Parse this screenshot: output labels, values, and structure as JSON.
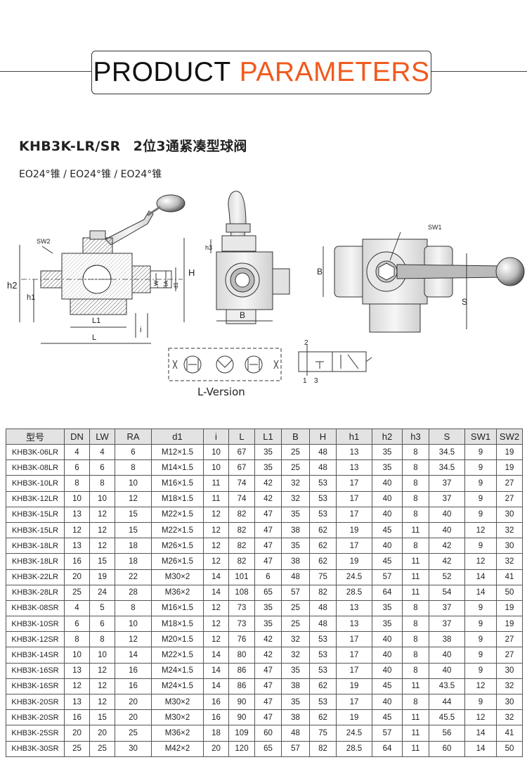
{
  "header": {
    "word1": "PRODUCT",
    "word2": "PARAMETERS",
    "accent_color": "#f05a1e"
  },
  "product": {
    "model": "KHB3K-LR/SR",
    "name_cn": "2位3通紧凑型球阀",
    "cone_line": "EO24°锥 / EO24°锥 / EO24°锥",
    "version_label": "L-Version"
  },
  "drawing_labels": {
    "sw2": "SW2",
    "h2": "h2",
    "h1": "h1",
    "l1": "L1",
    "l": "L",
    "h": "H",
    "lw": "LW",
    "ra": "RA",
    "d1": "d1",
    "i": "i",
    "h3": "h3",
    "b": "B",
    "sw1": "SW1",
    "b2": "B",
    "s": "S",
    "port2": "2",
    "port1": "1",
    "port3": "3"
  },
  "table": {
    "headers": [
      "型号",
      "DN",
      "LW",
      "RA",
      "d1",
      "i",
      "L",
      "L1",
      "B",
      "H",
      "h1",
      "h2",
      "h3",
      "S",
      "SW1",
      "SW2"
    ],
    "rows": [
      [
        "KHB3K-06LR",
        "4",
        "4",
        "6",
        "M12×1.5",
        "10",
        "67",
        "35",
        "25",
        "48",
        "13",
        "35",
        "8",
        "34.5",
        "9",
        "19"
      ],
      [
        "KHB3K-08LR",
        "6",
        "6",
        "8",
        "M14×1.5",
        "10",
        "67",
        "35",
        "25",
        "48",
        "13",
        "35",
        "8",
        "34.5",
        "9",
        "19"
      ],
      [
        "KHB3K-10LR",
        "8",
        "8",
        "10",
        "M16×1.5",
        "11",
        "74",
        "42",
        "32",
        "53",
        "17",
        "40",
        "8",
        "37",
        "9",
        "27"
      ],
      [
        "KHB3K-12LR",
        "10",
        "10",
        "12",
        "M18×1.5",
        "11",
        "74",
        "42",
        "32",
        "53",
        "17",
        "40",
        "8",
        "37",
        "9",
        "27"
      ],
      [
        "KHB3K-15LR",
        "13",
        "12",
        "15",
        "M22×1.5",
        "12",
        "82",
        "47",
        "35",
        "53",
        "17",
        "40",
        "8",
        "40",
        "9",
        "30"
      ],
      [
        "KHB3K-15LR",
        "12",
        "12",
        "15",
        "M22×1.5",
        "12",
        "82",
        "47",
        "38",
        "62",
        "19",
        "45",
        "11",
        "40",
        "12",
        "32"
      ],
      [
        "KHB3K-18LR",
        "13",
        "12",
        "18",
        "M26×1.5",
        "12",
        "82",
        "47",
        "35",
        "62",
        "17",
        "40",
        "8",
        "42",
        "9",
        "30"
      ],
      [
        "KHB3K-18LR",
        "16",
        "15",
        "18",
        "M26×1.5",
        "12",
        "82",
        "47",
        "38",
        "62",
        "19",
        "45",
        "11",
        "42",
        "12",
        "32"
      ],
      [
        "KHB3K-22LR",
        "20",
        "19",
        "22",
        "M30×2",
        "14",
        "101",
        "6",
        "48",
        "75",
        "24.5",
        "57",
        "11",
        "52",
        "14",
        "41"
      ],
      [
        "KHB3K-28LR",
        "25",
        "24",
        "28",
        "M36×2",
        "14",
        "108",
        "65",
        "57",
        "82",
        "28.5",
        "64",
        "11",
        "54",
        "14",
        "50"
      ],
      [
        "KHB3K-08SR",
        "4",
        "5",
        "8",
        "M16×1.5",
        "12",
        "73",
        "35",
        "25",
        "48",
        "13",
        "35",
        "8",
        "37",
        "9",
        "19"
      ],
      [
        "KHB3K-10SR",
        "6",
        "6",
        "10",
        "M18×1.5",
        "12",
        "73",
        "35",
        "25",
        "48",
        "13",
        "35",
        "8",
        "37",
        "9",
        "19"
      ],
      [
        "KHB3K-12SR",
        "8",
        "8",
        "12",
        "M20×1.5",
        "12",
        "76",
        "42",
        "32",
        "53",
        "17",
        "40",
        "8",
        "38",
        "9",
        "27"
      ],
      [
        "KHB3K-14SR",
        "10",
        "10",
        "14",
        "M22×1.5",
        "14",
        "80",
        "42",
        "32",
        "53",
        "17",
        "40",
        "8",
        "40",
        "9",
        "27"
      ],
      [
        "KHB3K-16SR",
        "13",
        "12",
        "16",
        "M24×1.5",
        "14",
        "86",
        "47",
        "35",
        "53",
        "17",
        "40",
        "8",
        "40",
        "9",
        "30"
      ],
      [
        "KHB3K-16SR",
        "12",
        "12",
        "16",
        "M24×1.5",
        "14",
        "86",
        "47",
        "38",
        "62",
        "19",
        "45",
        "11",
        "43.5",
        "12",
        "32"
      ],
      [
        "KHB3K-20SR",
        "13",
        "12",
        "20",
        "M30×2",
        "16",
        "90",
        "47",
        "35",
        "53",
        "17",
        "40",
        "8",
        "44",
        "9",
        "30"
      ],
      [
        "KHB3K-20SR",
        "16",
        "15",
        "20",
        "M30×2",
        "16",
        "90",
        "47",
        "38",
        "62",
        "19",
        "45",
        "11",
        "45.5",
        "12",
        "32"
      ],
      [
        "KHB3K-25SR",
        "20",
        "20",
        "25",
        "M36×2",
        "18",
        "109",
        "60",
        "48",
        "75",
        "24.5",
        "57",
        "11",
        "56",
        "14",
        "41"
      ],
      [
        "KHB3K-30SR",
        "25",
        "25",
        "30",
        "M42×2",
        "20",
        "120",
        "65",
        "57",
        "82",
        "28.5",
        "64",
        "11",
        "60",
        "14",
        "50"
      ]
    ]
  }
}
